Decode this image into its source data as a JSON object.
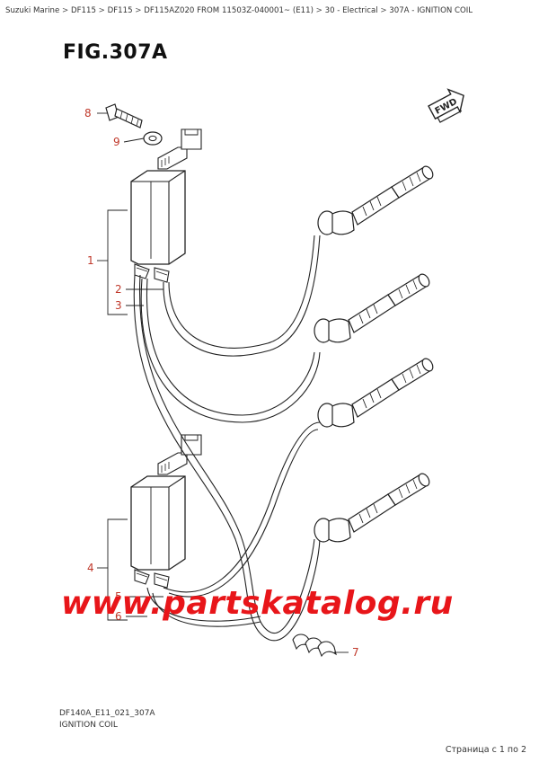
{
  "breadcrumb": {
    "items": [
      "Suzuki Marine",
      "DF115",
      "DF115",
      "DF115AZ020 FROM 11503Z-040001~ (E11)",
      "30 - Electrical",
      "307A - IGNITION COIL"
    ],
    "separator": " > "
  },
  "figure": {
    "title": "FIG.307A",
    "fwd_label": "FWD",
    "callouts": {
      "c1": "1",
      "c2": "2",
      "c3": "3",
      "c4": "4",
      "c5": "5",
      "c6": "6",
      "c7": "7",
      "c8": "8",
      "c9": "9"
    }
  },
  "watermark": "www.partskatalog.ru",
  "footer": {
    "code": "DF140A_E11_021_307A",
    "name": "IGNITION COIL",
    "page_indicator": "Страница с 1 по 2"
  },
  "colors": {
    "callout": "#c0392b",
    "watermark": "#e8161a",
    "line": "#222222"
  }
}
